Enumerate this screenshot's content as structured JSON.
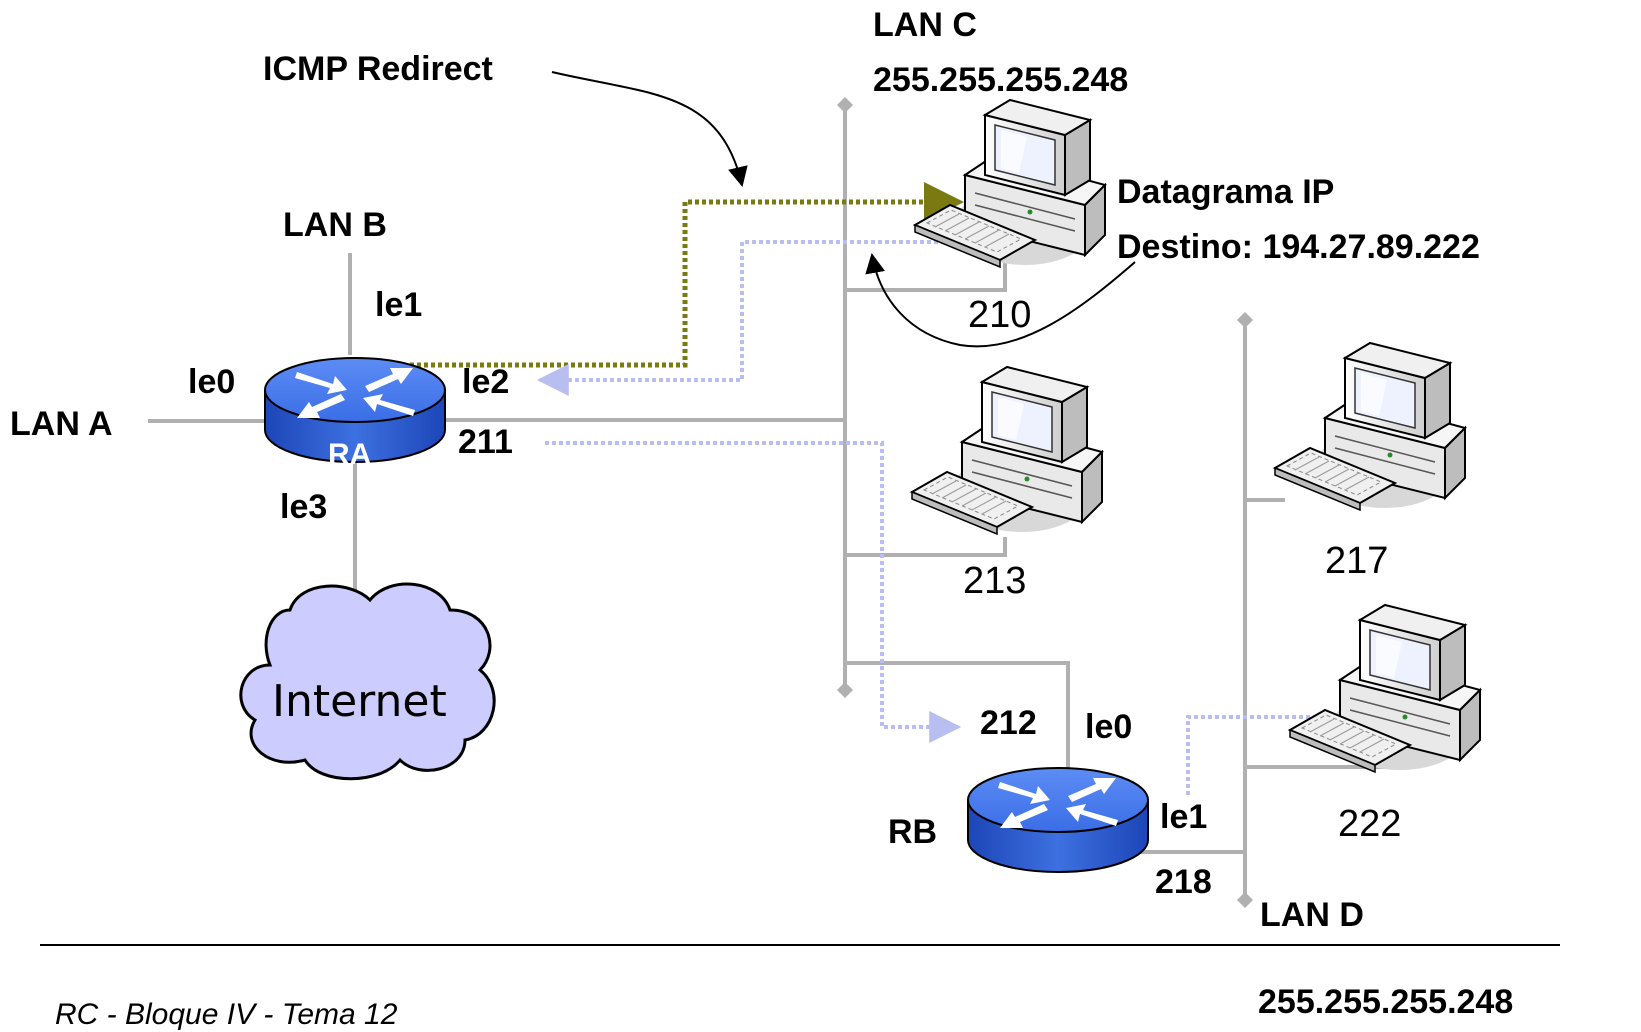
{
  "annotations": {
    "icmp_redirect": "ICMP Redirect",
    "datagram_line1": "Datagrama IP",
    "datagram_line2": "Destino: 194.27.89.222"
  },
  "lans": {
    "lan_a": "LAN A",
    "lan_b": "LAN B",
    "lan_c": "LAN C",
    "lan_c_mask": "255.255.255.248",
    "lan_d": "LAN D",
    "lan_d_mask": "255.255.255.248"
  },
  "router_ra": {
    "name": "RA",
    "if_le0": "le0",
    "if_le1": "le1",
    "if_le2": "le2",
    "if_le3": "le3",
    "addr": "211"
  },
  "router_rb": {
    "name": "RB",
    "if_le0": "le0",
    "if_le1": "le1",
    "addr_le0": "212",
    "addr_le1": "218"
  },
  "hosts": [
    "210",
    "213",
    "217",
    "222"
  ],
  "cloud": "Internet",
  "footer": "RC - Bloque IV - Tema 12",
  "colors": {
    "router_blue": "#3b6fe0",
    "redirect_path": "#7a7a10",
    "datagram_path": "#b8bff0",
    "link_gray": "#b0b0b0",
    "cloud_fill": "#ccccff"
  }
}
